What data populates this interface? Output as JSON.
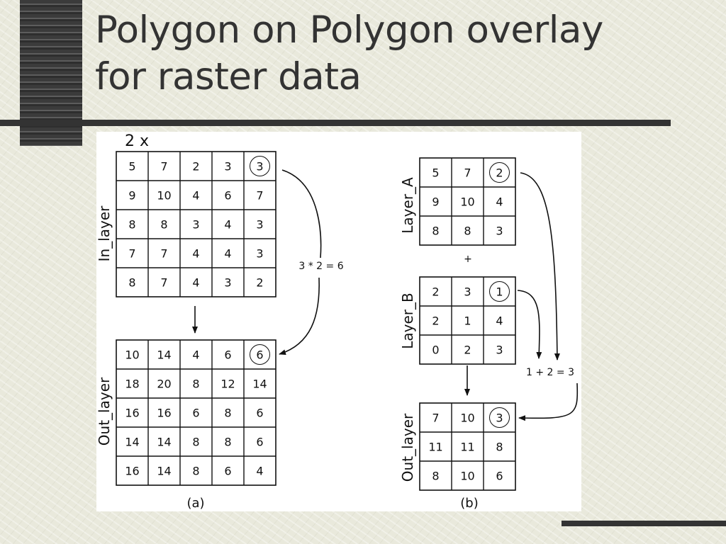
{
  "slide": {
    "title_line1": "Polygon on Polygon overlay",
    "title_line2": "for raster data"
  },
  "figure_a": {
    "multiplier": "2 x",
    "in_label": "In_layer",
    "out_label": "Out_layer",
    "in_grid": [
      [
        "5",
        "7",
        "2",
        "3",
        "3"
      ],
      [
        "9",
        "10",
        "4",
        "6",
        "7"
      ],
      [
        "8",
        "8",
        "3",
        "4",
        "3"
      ],
      [
        "7",
        "7",
        "4",
        "4",
        "3"
      ],
      [
        "8",
        "7",
        "4",
        "3",
        "2"
      ]
    ],
    "out_grid": [
      [
        "10",
        "14",
        "4",
        "6",
        "6"
      ],
      [
        "18",
        "20",
        "8",
        "12",
        "14"
      ],
      [
        "16",
        "16",
        "6",
        "8",
        "6"
      ],
      [
        "14",
        "14",
        "8",
        "8",
        "6"
      ],
      [
        "16",
        "14",
        "8",
        "6",
        "4"
      ]
    ],
    "note": "3 * 2 = 6",
    "caption": "(a)"
  },
  "figure_b": {
    "layer_a_label": "Layer_A",
    "layer_b_label": "Layer_B",
    "out_label": "Out_layer",
    "plus": "+",
    "layer_a_grid": [
      [
        "5",
        "7",
        "2"
      ],
      [
        "9",
        "10",
        "4"
      ],
      [
        "8",
        "8",
        "3"
      ]
    ],
    "layer_b_grid": [
      [
        "2",
        "3",
        "1"
      ],
      [
        "2",
        "1",
        "4"
      ],
      [
        "0",
        "2",
        "3"
      ]
    ],
    "out_grid": [
      [
        "7",
        "10",
        "3"
      ],
      [
        "11",
        "11",
        "8"
      ],
      [
        "8",
        "10",
        "6"
      ]
    ],
    "note": "1 + 2 = 3",
    "caption": "(b)"
  }
}
